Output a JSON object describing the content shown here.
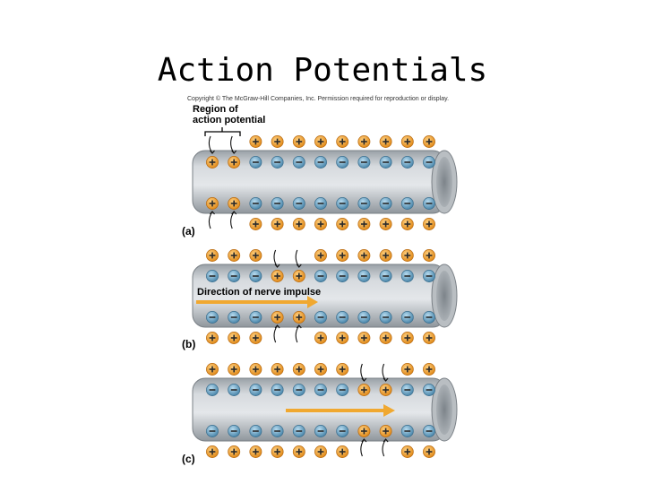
{
  "slide": {
    "title": "Action Potentials",
    "copyright": "Copyright © The McGraw-Hill Companies, Inc. Permission required for reproduction or display."
  },
  "figure": {
    "region_label_line1": "Region of",
    "region_label_line2": "action potential",
    "direction_label": "Direction of nerve impulse",
    "panels": [
      {
        "label": "(a)",
        "depolarized_indices": [
          0,
          1
        ]
      },
      {
        "label": "(b)",
        "depolarized_indices": [
          3,
          4
        ]
      },
      {
        "label": "(c)",
        "depolarized_indices": [
          7,
          8
        ]
      }
    ],
    "ions_per_row": 11,
    "colors": {
      "axon_fill": "#c8ccd0",
      "axon_shadow": "#8f969c",
      "positive_ion": "#f0a030",
      "negative_ion": "#6aa6c8",
      "arrow": "#f0a830"
    }
  }
}
